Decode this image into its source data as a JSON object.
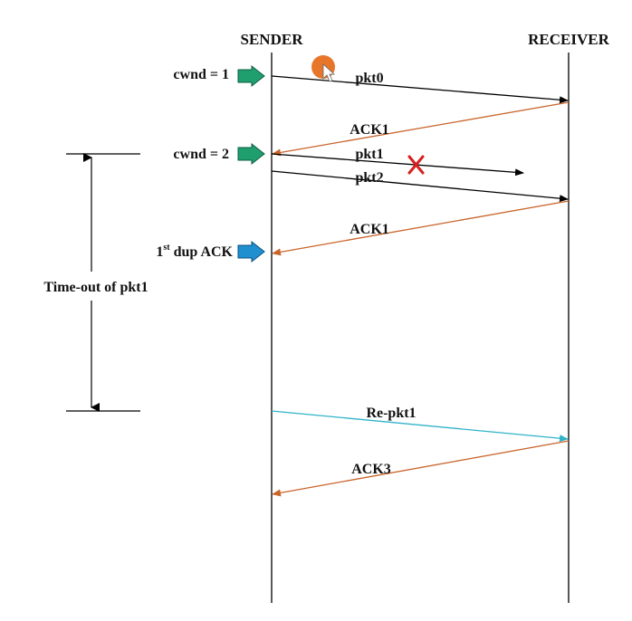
{
  "headers": {
    "sender": "SENDER",
    "receiver": "RECEIVER"
  },
  "sender_labels": {
    "cwnd1": "cwnd = 1",
    "cwnd2": "cwnd = 2",
    "dup_prefix": "1",
    "dup_sup": "st",
    "dup_suffix": " dup ACK"
  },
  "timeout_label": "Time-out of pkt1",
  "messages": {
    "pkt0": "pkt0",
    "ack1_first": "ACK1",
    "pkt1": "pkt1",
    "pkt2": "pkt2",
    "ack1_dup": "ACK1",
    "re_pkt1": "Re-pkt1",
    "ack3": "ACK3"
  },
  "colors": {
    "data_arrow": "#000000",
    "ack_arrow": "#c8642a",
    "retransmit_arrow": "#2fb3c8",
    "cwnd_marker": "#1f9e6e",
    "dup_marker": "#1f8fd0",
    "loss_mark": "#d81f1f",
    "cursor_dot": "#e8762a"
  },
  "icons": {
    "loss": "loss-x-icon",
    "cursor": "cursor-icon"
  }
}
